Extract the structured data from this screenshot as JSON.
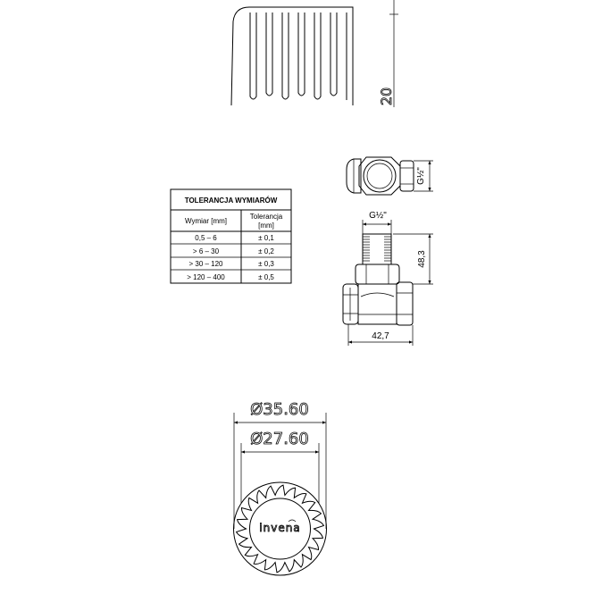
{
  "head_side_view": {
    "height_dim": "20"
  },
  "tolerance_table": {
    "title": "TOLERANCJA WYMIARÓW",
    "headers": {
      "dimension": "Wymiar [mm]",
      "tolerance_line1": "Tolerancja",
      "tolerance_line2": "[mm]"
    },
    "rows": [
      {
        "range": "0,5 – 6",
        "tolerance": "± 0,1"
      },
      {
        "range": "> 6 – 30",
        "tolerance": "± 0,2"
      },
      {
        "range": "> 30 – 120",
        "tolerance": "± 0,3"
      },
      {
        "range": "> 120 – 400",
        "tolerance": "± 0,5"
      }
    ]
  },
  "valve_top_view": {
    "thread_label": "G½\""
  },
  "valve_front_view": {
    "thread_label": "G½\"",
    "height_dim": "48,3",
    "width_dim": "42,7"
  },
  "head_top_view": {
    "outer_diameter": "Ø35.60",
    "inner_diameter": "Ø27.60",
    "logo_text": "invena"
  },
  "colors": {
    "line": "#000000",
    "background": "#ffffff"
  }
}
